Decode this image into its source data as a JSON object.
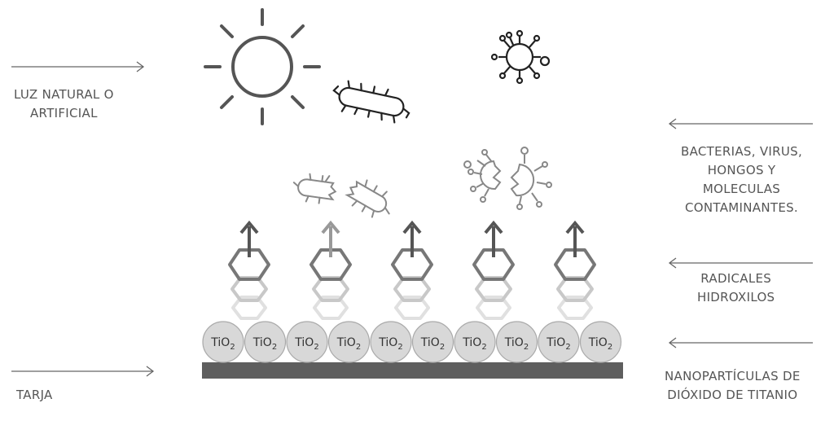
{
  "labels": {
    "luz": [
      "LUZ NATURAL O",
      "ARTIFICIAL"
    ],
    "bacterias": [
      "BACTERIAS, VIRUS,",
      "HONGOS Y",
      "MOLECULAS",
      "CONTAMINANTES."
    ],
    "radicales": [
      "RADICALES",
      "HIDROXILOS"
    ],
    "nanoparticulas": [
      "NANOPARTÍCULAS DE",
      "DIÓXIDO DE TITANIO"
    ],
    "tarja": "TARJA"
  },
  "particles": {
    "formula": "TiO",
    "subscript": "2",
    "count": 10
  },
  "radicals": {
    "count": 5
  },
  "colors": {
    "text": "#555555",
    "sun": "#555555",
    "substrate": "#5e5e5e",
    "particle_fill": "#d8d8d8",
    "hexagon": "#777777",
    "arrow_dark": "#555555",
    "arrow_light": "#999999"
  }
}
